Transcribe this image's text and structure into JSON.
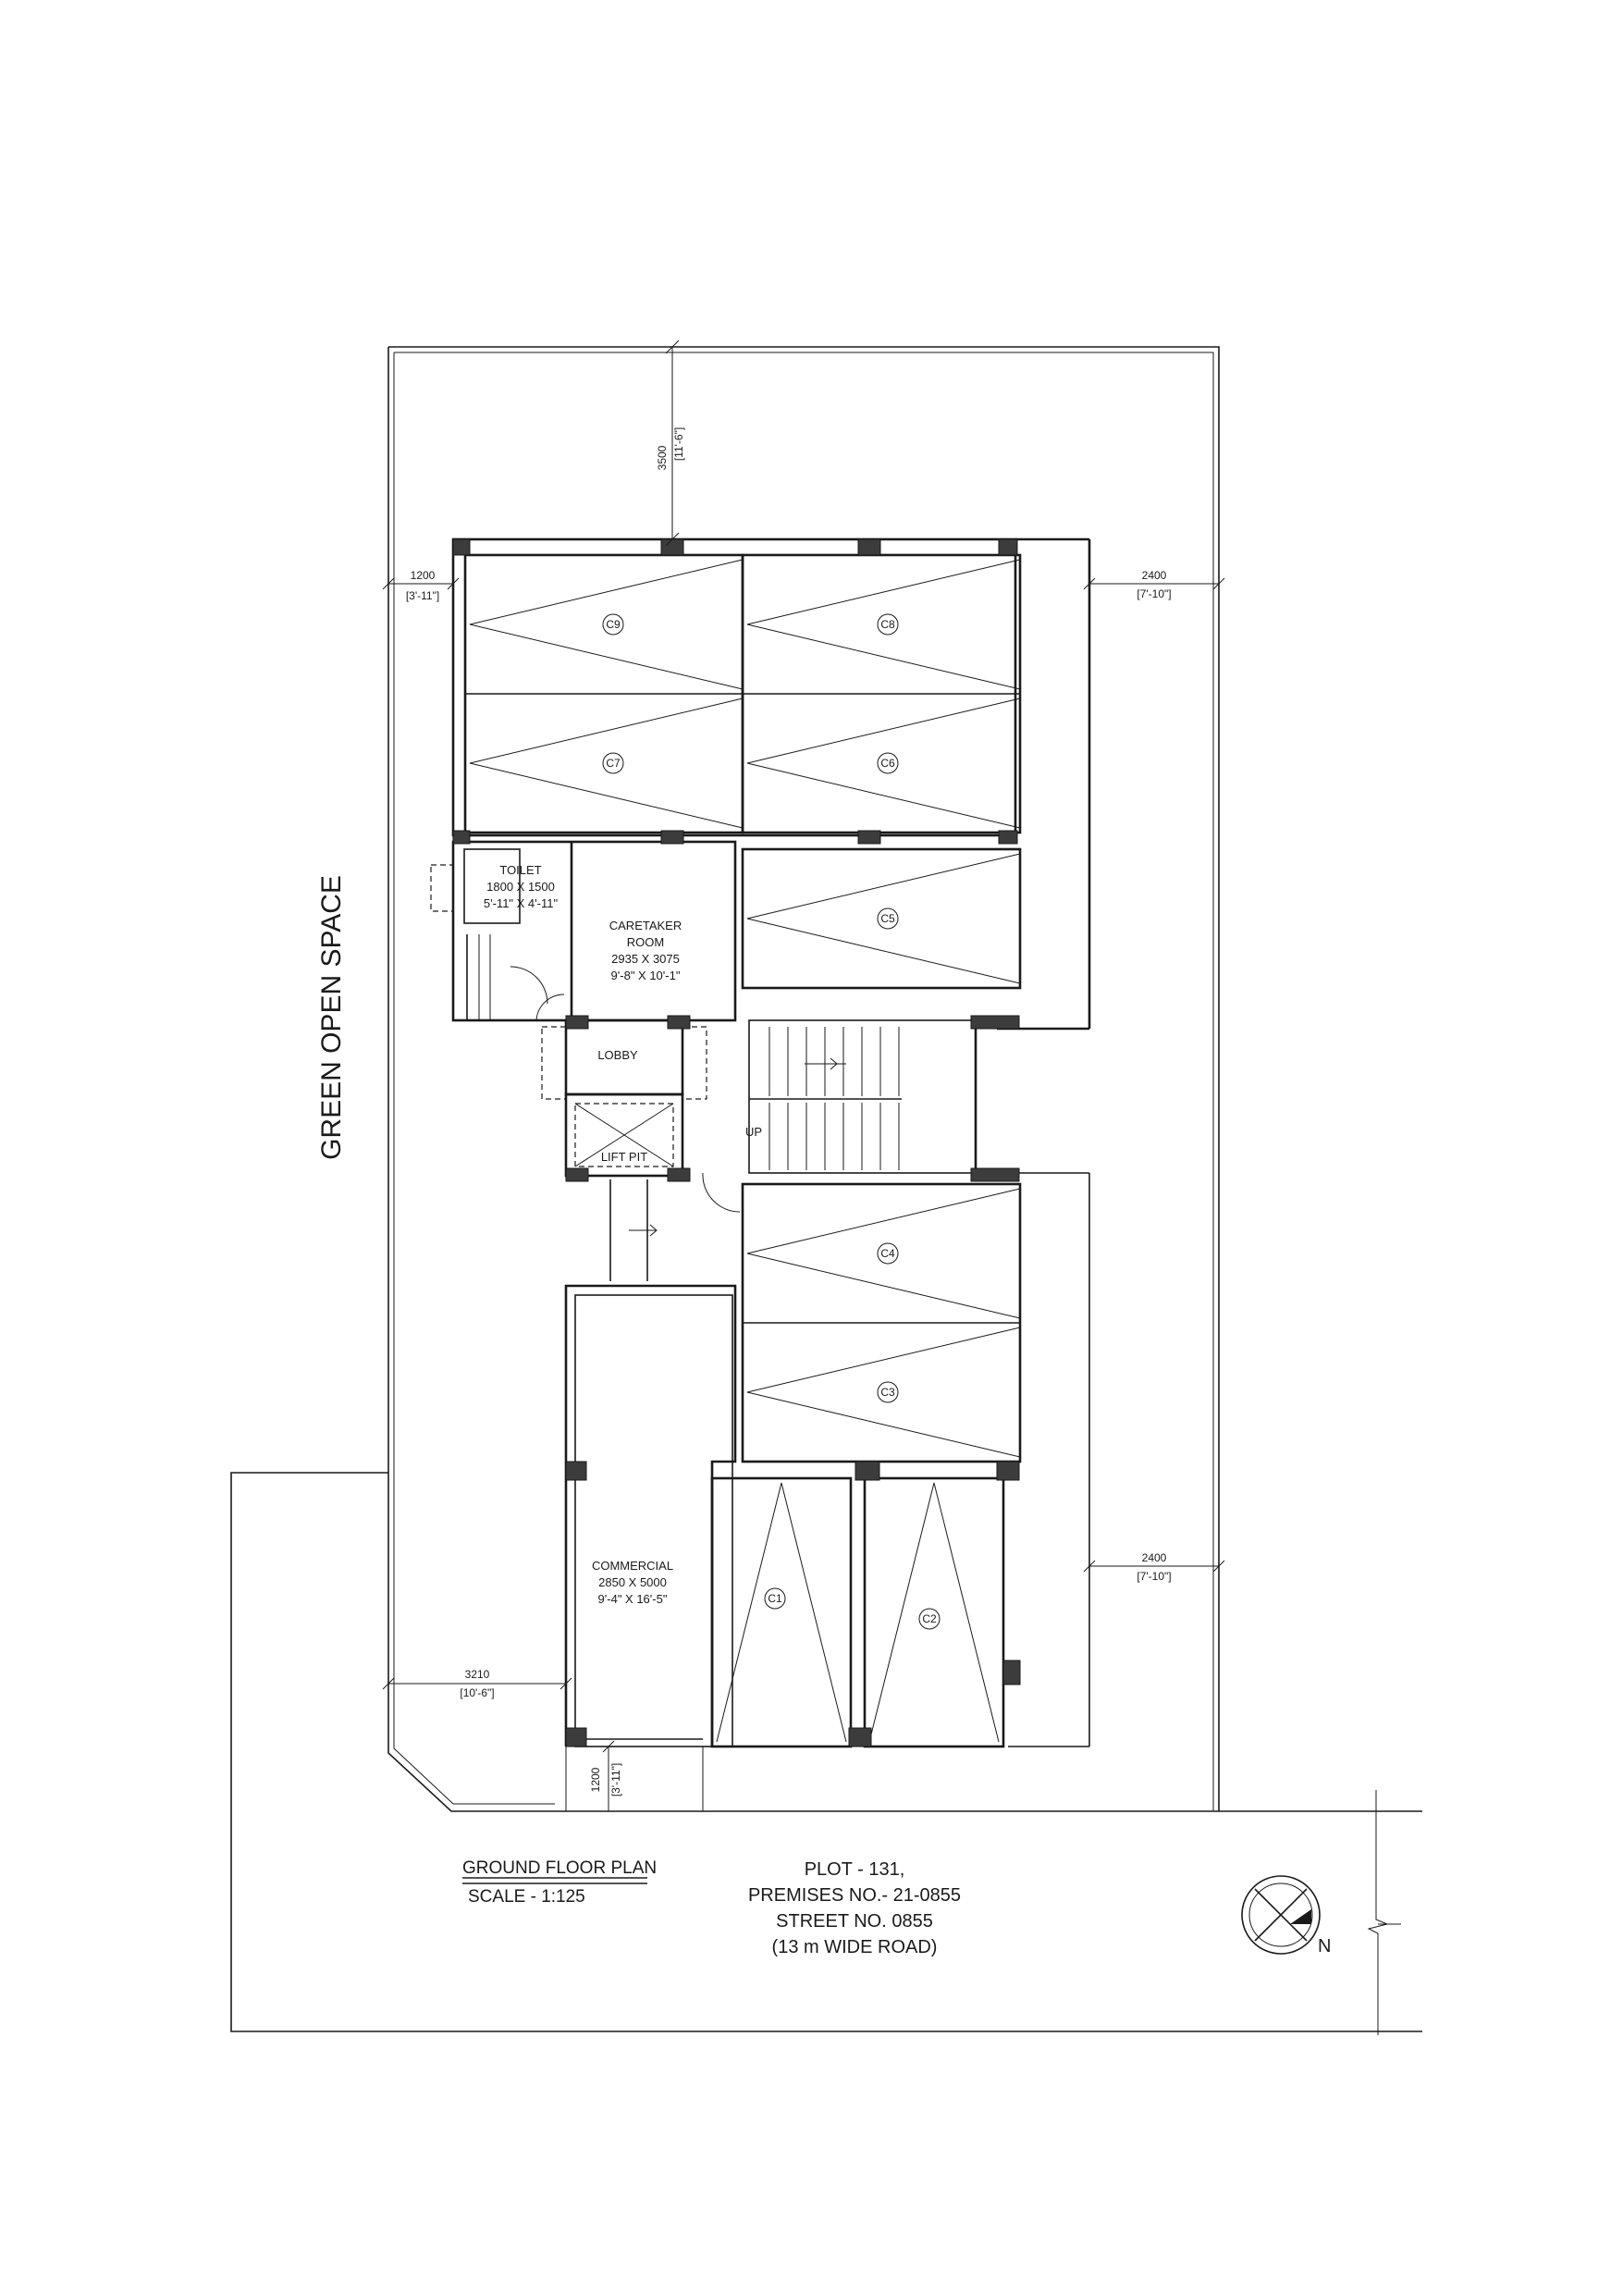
{
  "side_label": "GREEN OPEN SPACE",
  "rooms": {
    "toilet": {
      "name": "TOILET",
      "size_mm": "1800 X 1500",
      "size_ft": "5'-11\" X 4'-11\""
    },
    "caretaker": {
      "name1": "CARETAKER",
      "name2": "ROOM",
      "size_mm": "2935 X 3075",
      "size_ft": "9'-8\" X 10'-1\""
    },
    "lobby": {
      "name": "LOBBY"
    },
    "lift": {
      "name": "LIFT PIT"
    },
    "stair": {
      "name": "UP"
    },
    "commercial": {
      "name": "COMMERCIAL",
      "size_mm": "2850 X 5000",
      "size_ft": "9'-4\" X 16'-5\""
    }
  },
  "car_bays": [
    "C9",
    "C8",
    "C7",
    "C6",
    "C5",
    "C4",
    "C3",
    "C1",
    "C2"
  ],
  "dimensions": {
    "top": {
      "mm": "3500",
      "ft": "[11'-6\"]"
    },
    "left_top": {
      "mm": "1200",
      "ft": "[3'-11\"]"
    },
    "right_top": {
      "mm": "2400",
      "ft": "[7'-10\"]"
    },
    "right_bottom": {
      "mm": "2400",
      "ft": "[7'-10\"]"
    },
    "left_bottom": {
      "mm": "3210",
      "ft": "[10'-6\"]"
    },
    "front": {
      "mm": "1200",
      "ft": "[3'-11\"]"
    }
  },
  "title_block": {
    "title": "GROUND FLOOR PLAN",
    "scale": "SCALE - 1:125"
  },
  "plot_info": {
    "line1": "PLOT - 131,",
    "line2": "PREMISES NO.- 21-0855",
    "line3": "STREET NO. 0855",
    "line4": "(13 m WIDE ROAD)"
  },
  "north": {
    "label": "N"
  }
}
